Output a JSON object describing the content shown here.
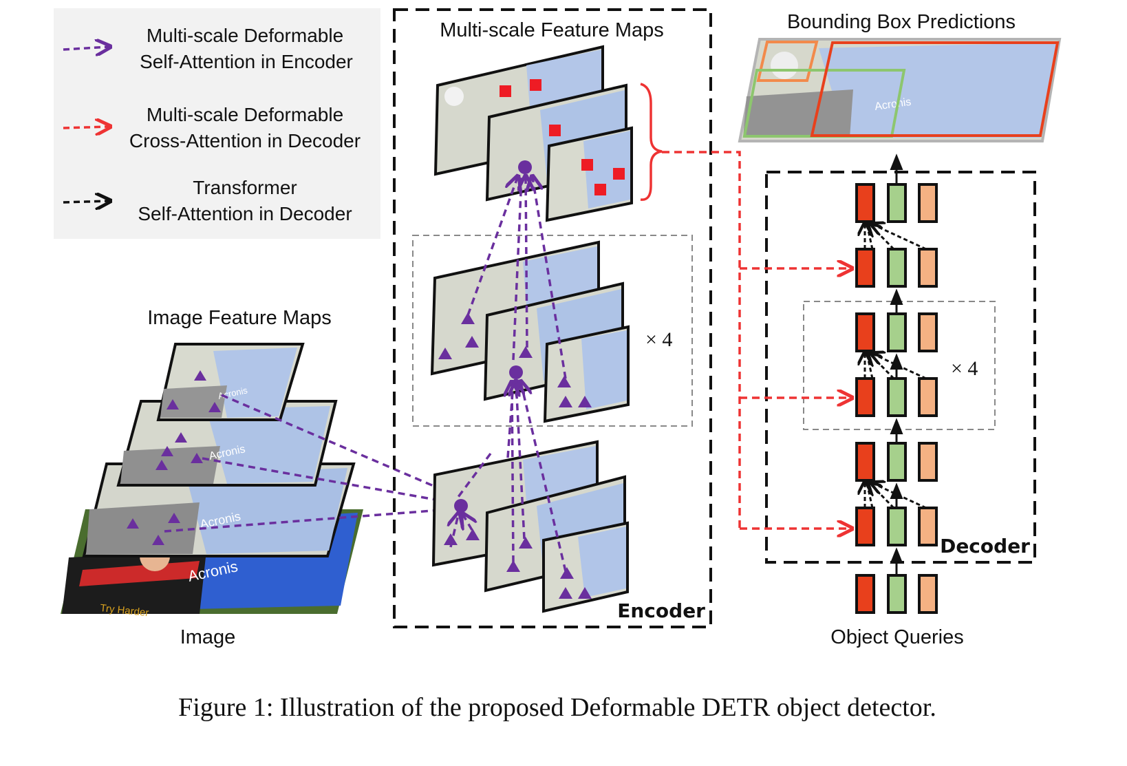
{
  "legend": {
    "items": [
      {
        "line1": "Multi-scale Deformable",
        "line2": "Self-Attention in Encoder",
        "arrow_color": "#6a2f9e"
      },
      {
        "line1": "Multi-scale Deformable",
        "line2": "Cross-Attention in Decoder",
        "arrow_color": "#ee3333"
      },
      {
        "line1": "Transformer",
        "line2": "Self-Attention in Decoder",
        "arrow_color": "#111111"
      }
    ]
  },
  "labels": {
    "image": "Image",
    "image_feature_maps": "Image Feature Maps",
    "multiscale_feature_maps": "Multi-scale Feature Maps",
    "encoder": "Encoder",
    "decoder": "Decoder",
    "bounding_box_predictions": "Bounding Box Predictions",
    "object_queries": "Object Queries",
    "encoder_repeat": "× 4",
    "decoder_repeat": "× 4",
    "caption": "Figure 1: Illustration of the proposed Deformable DETR object detector.",
    "sponsor_text": "Acronis",
    "sponsor_text_2": "Try Harder"
  },
  "colors": {
    "encoder_attention": "#6a2f9e",
    "cross_attention": "#ee3333",
    "decoder_self_attention": "#111111",
    "query_red": "#e8401c",
    "query_green": "#a6d08c",
    "query_peach": "#f4b183",
    "reference_point": "#ee1c24",
    "box_orange": "#f28a4b",
    "box_green": "#8dc66e",
    "box_red": "#e8401c"
  }
}
